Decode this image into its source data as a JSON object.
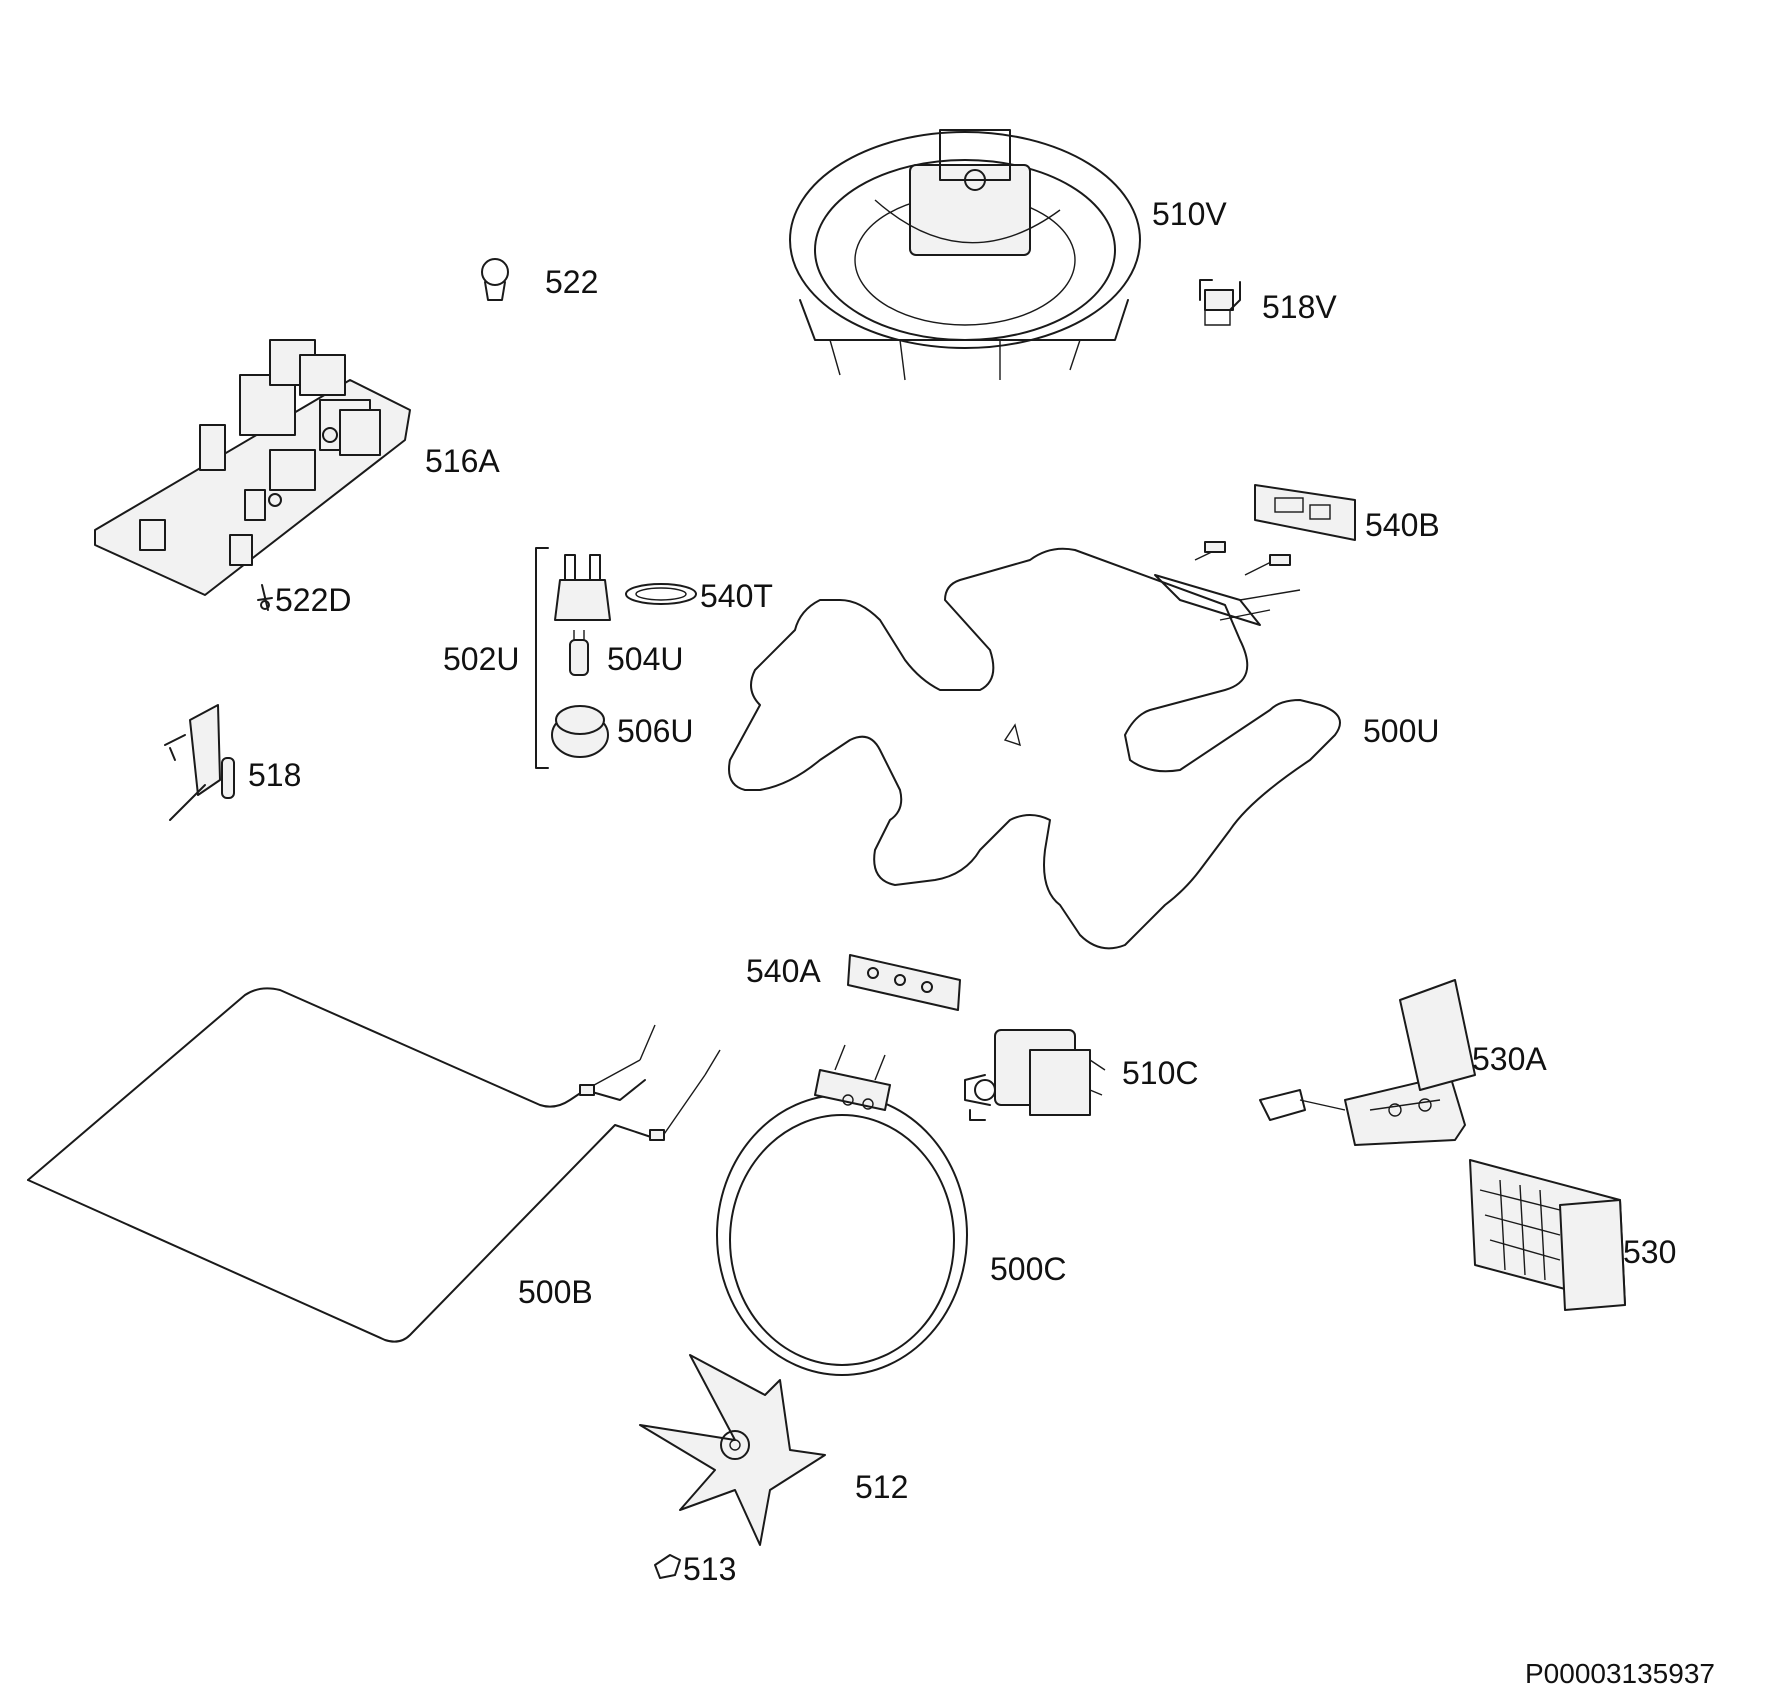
{
  "labels": {
    "p510V": "510V",
    "p522": "522",
    "p518V": "518V",
    "p516A": "516A",
    "p540B": "540B",
    "p522D": "522D",
    "p540T": "540T",
    "p502U": "502U",
    "p504U": "504U",
    "p506U": "506U",
    "p500U": "500U",
    "p518": "518",
    "p540A": "540A",
    "p510C": "510C",
    "p530A": "530A",
    "p530": "530",
    "p500C": "500C",
    "p500B": "500B",
    "p512": "512",
    "p513": "513"
  },
  "document_id": "P00003135937"
}
